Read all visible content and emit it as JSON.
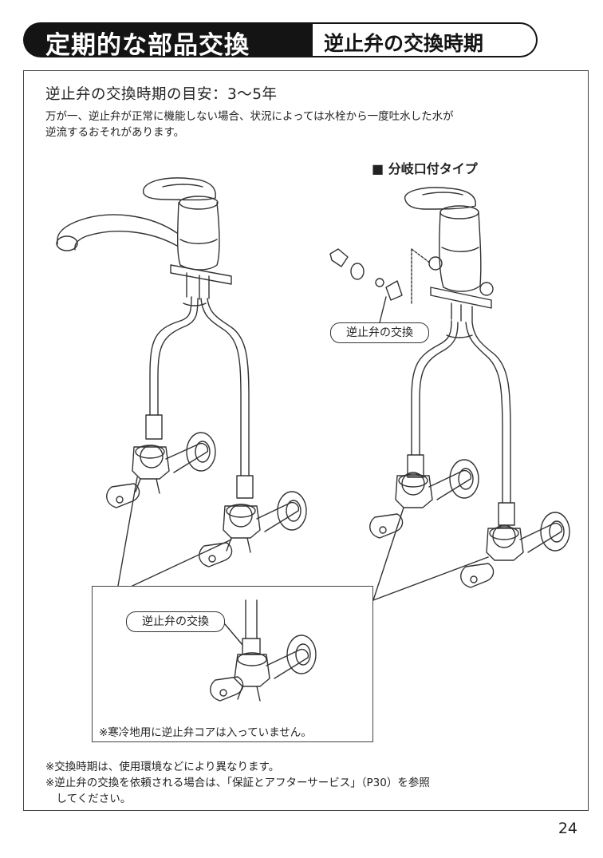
{
  "header": {
    "section_title": "定期的な部品交換",
    "subtitle": "逆止弁の交換時期"
  },
  "content": {
    "heading": "逆止弁の交換時期の目安：3～5年",
    "description_lines": [
      "万が一、逆止弁が正常に機能しない場合、状況によっては水栓から一度吐水した水が",
      "逆流するおそれがあります。"
    ],
    "variant_label": "■ 分岐口付タイプ",
    "callout_right": "逆止弁の交換",
    "callout_inset": "逆止弁の交換",
    "inset_note": "※寒冷地用に逆止弁コアは入っていません。"
  },
  "footnotes": [
    "※交換時期は、使用環境などにより異なります。",
    "※逆止弁の交換を依頼される場合は、「保証とアフターサービス」（P30）を参照",
    "　してください。"
  ],
  "page_number": "24"
}
